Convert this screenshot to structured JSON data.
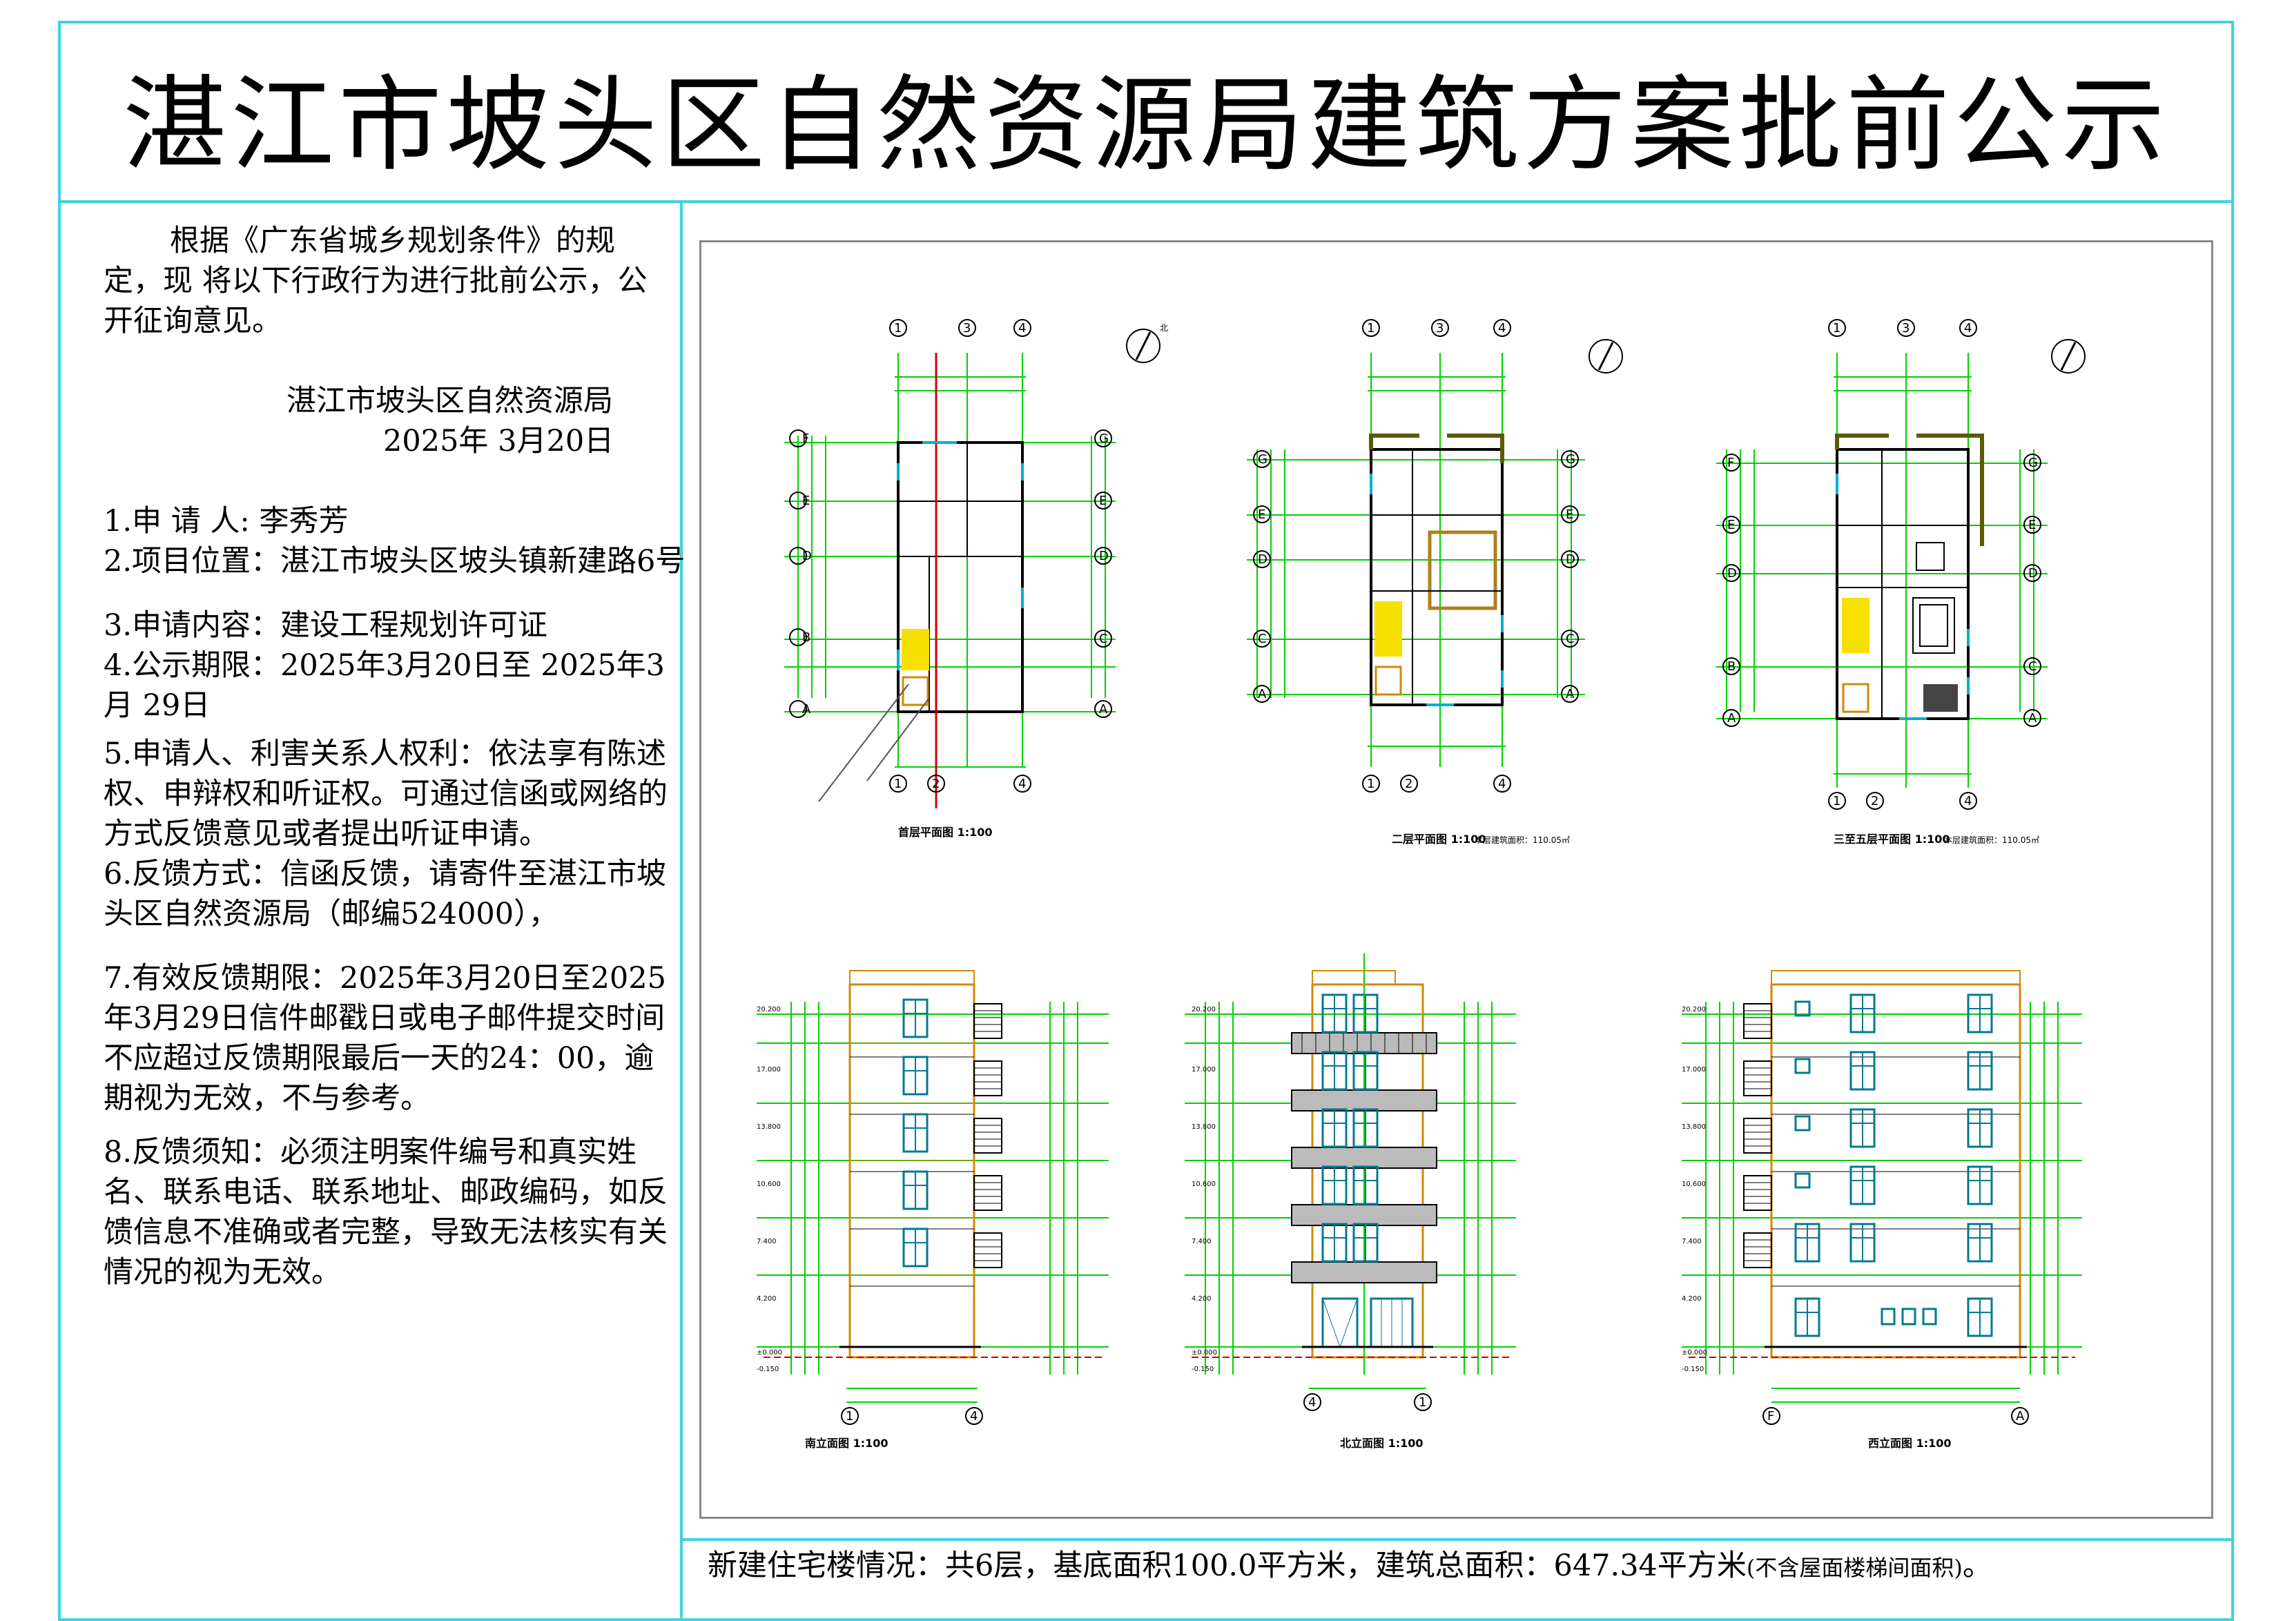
{
  "title": "湛江市坡头区自然资源局建筑方案批前公示",
  "intro": "根据《广东省城乡规划条件》的规定，现 将以下行政行为进行批前公示，公开征询意见。",
  "issuer": "湛江市坡头区自然资源局",
  "issue_date": "2025年 3月20日",
  "items": [
    "1.申 请 人: 李秀芳",
    "2.项目位置：湛江市坡头区坡头镇新建路6号",
    "3.申请内容：建设工程规划许可证",
    "4.公示期限：2025年3月20日至 2025年3月 29日",
    "5.申请人、利害关系人权利：依法享有陈述权、申辩权和听证权。可通过信函或网络的方式反馈意见或者提出听证申请。",
    "6.反馈方式：信函反馈，请寄件至湛江市坡头区自然资源局（邮编524000），",
    "7.有效反馈期限：2025年3月20日至2025年3月29日信件邮戳日或电子邮件提交时间不应超过反馈期限最后一天的24：00，逾期视为无效，不与参考。",
    "8.反馈须知：必须注明案件编号和真实姓名、联系电话、联系地址、邮政编码，如反馈信息不准确或者完整，导致无法核实有关情况的视为无效。"
  ],
  "bottom": {
    "main": "新建住宅楼情况：共6层，基底面积100.0平方米，建筑总面积：647.34平方米",
    "note": "(不含屋面楼梯间面积)",
    "end": "。"
  },
  "drawings": {
    "plan1_label": "首层平面图 1:100",
    "plan2_label": "二层平面图 1:100",
    "plan2_area": "本层建筑面积：110.05㎡",
    "plan3_label": "三至五层平面图 1:100",
    "plan3_area": "本层建筑面积：110.05㎡",
    "elev1_label": "南立面图 1:100",
    "elev2_label": "北立面图 1:100",
    "elev3_label": "西立面图 1:100",
    "levels": [
      "20.200",
      "17.000",
      "13.800",
      "10.600",
      "7.400",
      "4.200",
      "±0.000",
      "-0.150"
    ],
    "axis_rows": [
      "F",
      "E",
      "D",
      "C",
      "B",
      "A"
    ],
    "axis_rows_g": [
      "G",
      "E",
      "D",
      "C",
      "A"
    ],
    "axis_cols_top": [
      "1",
      "3",
      "4"
    ],
    "axis_cols_bottom": [
      "1",
      "2",
      "4"
    ],
    "north": "北"
  },
  "colors": {
    "frame": "#3fd3e0",
    "dim": "#00e000",
    "wall": "#000000",
    "window": "#00a0c0",
    "orange": "#d08a00",
    "red": "#d00000"
  }
}
